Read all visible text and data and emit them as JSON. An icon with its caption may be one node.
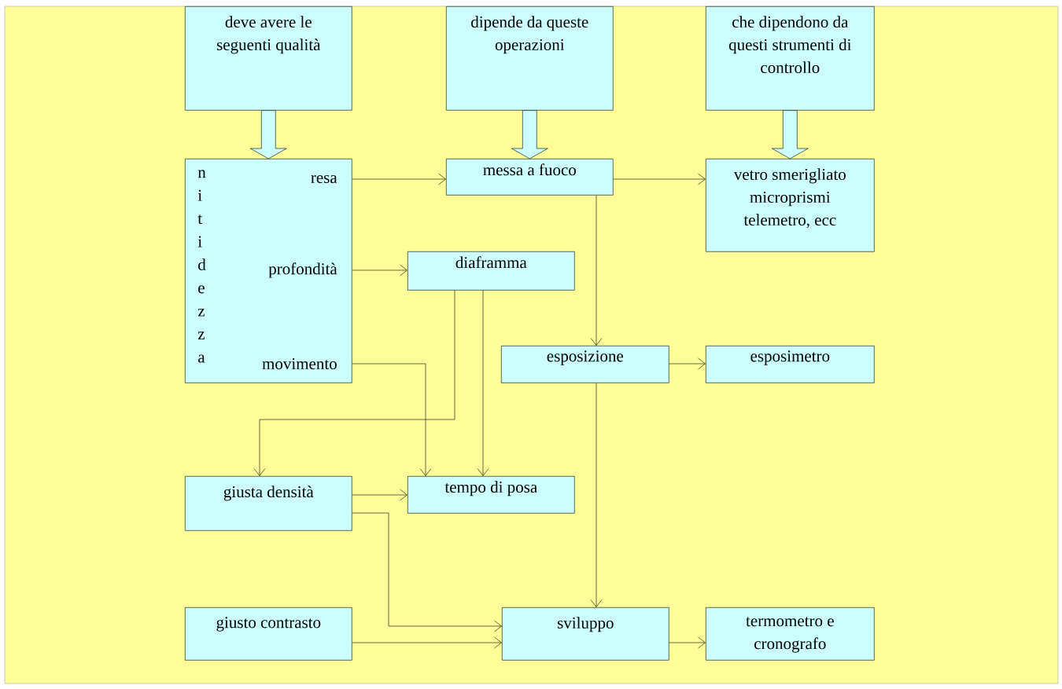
{
  "diagram": {
    "nodes": [
      {
        "text": [
          "deve avere le seguenti qualità"
        ]
      },
      {
        "text": [
          "dipende da queste operazioni"
        ]
      },
      {
        "text": [
          "che dipendono da questi strumenti di controllo"
        ]
      },
      {
        "text": [
          "nitidezza",
          "resa",
          "profondità",
          "movimento"
        ]
      },
      {
        "text": [
          "messa a fuoco"
        ]
      },
      {
        "text": [
          "vetro smerigliato microprismi telemetro, ecc"
        ]
      },
      {
        "text": [
          "diaframma"
        ]
      },
      {
        "text": [
          "esposizione"
        ]
      },
      {
        "text": [
          "esposimetro"
        ]
      },
      {
        "text": [
          "giusta densità"
        ]
      },
      {
        "text": [
          "tempo di posa"
        ]
      },
      {
        "text": [
          "giusto contrasto"
        ]
      },
      {
        "text": [
          "sviluppo"
        ]
      },
      {
        "text": [
          "termometro e cronografo"
        ]
      }
    ],
    "edges": [
      {
        "from": 0,
        "to": 3,
        "arrow": "to",
        "style": "thick"
      },
      {
        "from": 1,
        "to": 4,
        "arrow": "to",
        "style": "thick"
      },
      {
        "from": 2,
        "to": 5,
        "arrow": "to",
        "style": "thick"
      },
      {
        "from": 3,
        "to": 4,
        "arrow": "to"
      },
      {
        "from": 4,
        "to": 5,
        "arrow": "to"
      },
      {
        "from": 3,
        "to": 6,
        "arrow": "to"
      },
      {
        "from": 4,
        "to": 7,
        "arrow": "to"
      },
      {
        "from": 7,
        "to": 8,
        "arrow": "to"
      },
      {
        "from": 3,
        "to": 10,
        "arrow": "to"
      },
      {
        "from": 6,
        "to": 9,
        "arrow": "to"
      },
      {
        "from": 6,
        "to": 10,
        "arrow": "to"
      },
      {
        "from": 9,
        "to": 10,
        "arrow": "to"
      },
      {
        "from": 9,
        "to": 12,
        "arrow": "to"
      },
      {
        "from": 11,
        "to": 12,
        "arrow": "to"
      },
      {
        "from": 7,
        "to": 12,
        "arrow": "to"
      },
      {
        "from": 12,
        "to": 13,
        "arrow": "to"
      }
    ]
  }
}
